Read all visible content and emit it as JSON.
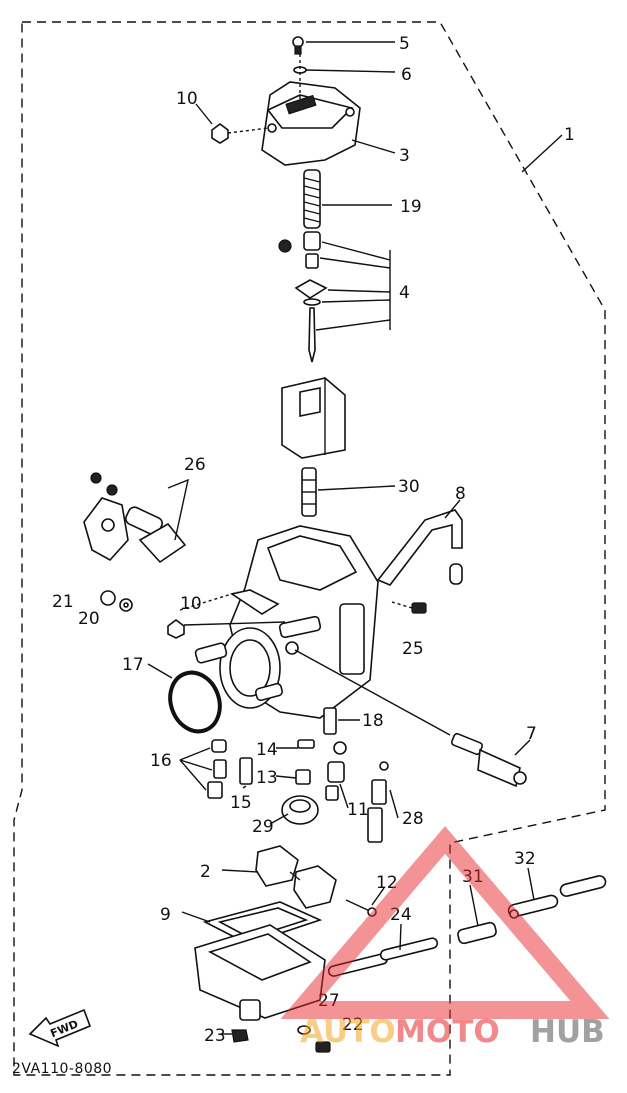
{
  "diagram": {
    "drawing_code": "2VA110-8080",
    "fwd_label": "FWD",
    "callouts": [
      {
        "key": "c1",
        "text": "1"
      },
      {
        "key": "c2",
        "text": "2"
      },
      {
        "key": "c3",
        "text": "3"
      },
      {
        "key": "c4",
        "text": "4"
      },
      {
        "key": "c5",
        "text": "5"
      },
      {
        "key": "c6",
        "text": "6"
      },
      {
        "key": "c7",
        "text": "7"
      },
      {
        "key": "c8",
        "text": "8"
      },
      {
        "key": "c9",
        "text": "9"
      },
      {
        "key": "c10a",
        "text": "10"
      },
      {
        "key": "c10b",
        "text": "10"
      },
      {
        "key": "c11",
        "text": "11"
      },
      {
        "key": "c12",
        "text": "12"
      },
      {
        "key": "c13",
        "text": "13"
      },
      {
        "key": "c14",
        "text": "14"
      },
      {
        "key": "c15",
        "text": "15"
      },
      {
        "key": "c16",
        "text": "16"
      },
      {
        "key": "c17",
        "text": "17"
      },
      {
        "key": "c18",
        "text": "18"
      },
      {
        "key": "c19",
        "text": "19"
      },
      {
        "key": "c20",
        "text": "20"
      },
      {
        "key": "c21",
        "text": "21"
      },
      {
        "key": "c22",
        "text": "22"
      },
      {
        "key": "c23",
        "text": "23"
      },
      {
        "key": "c24",
        "text": "24"
      },
      {
        "key": "c25",
        "text": "25"
      },
      {
        "key": "c26",
        "text": "26"
      },
      {
        "key": "c27",
        "text": "27"
      },
      {
        "key": "c28",
        "text": "28"
      },
      {
        "key": "c29",
        "text": "29"
      },
      {
        "key": "c30",
        "text": "30"
      },
      {
        "key": "c31",
        "text": "31"
      },
      {
        "key": "c32",
        "text": "32"
      }
    ]
  },
  "watermark": {
    "part1": "AUTO",
    "part2": "MOTO",
    "part3": "HUB",
    "color_red": "#e8282b",
    "color_orange": "#f5a623",
    "color_gray": "#555555"
  }
}
